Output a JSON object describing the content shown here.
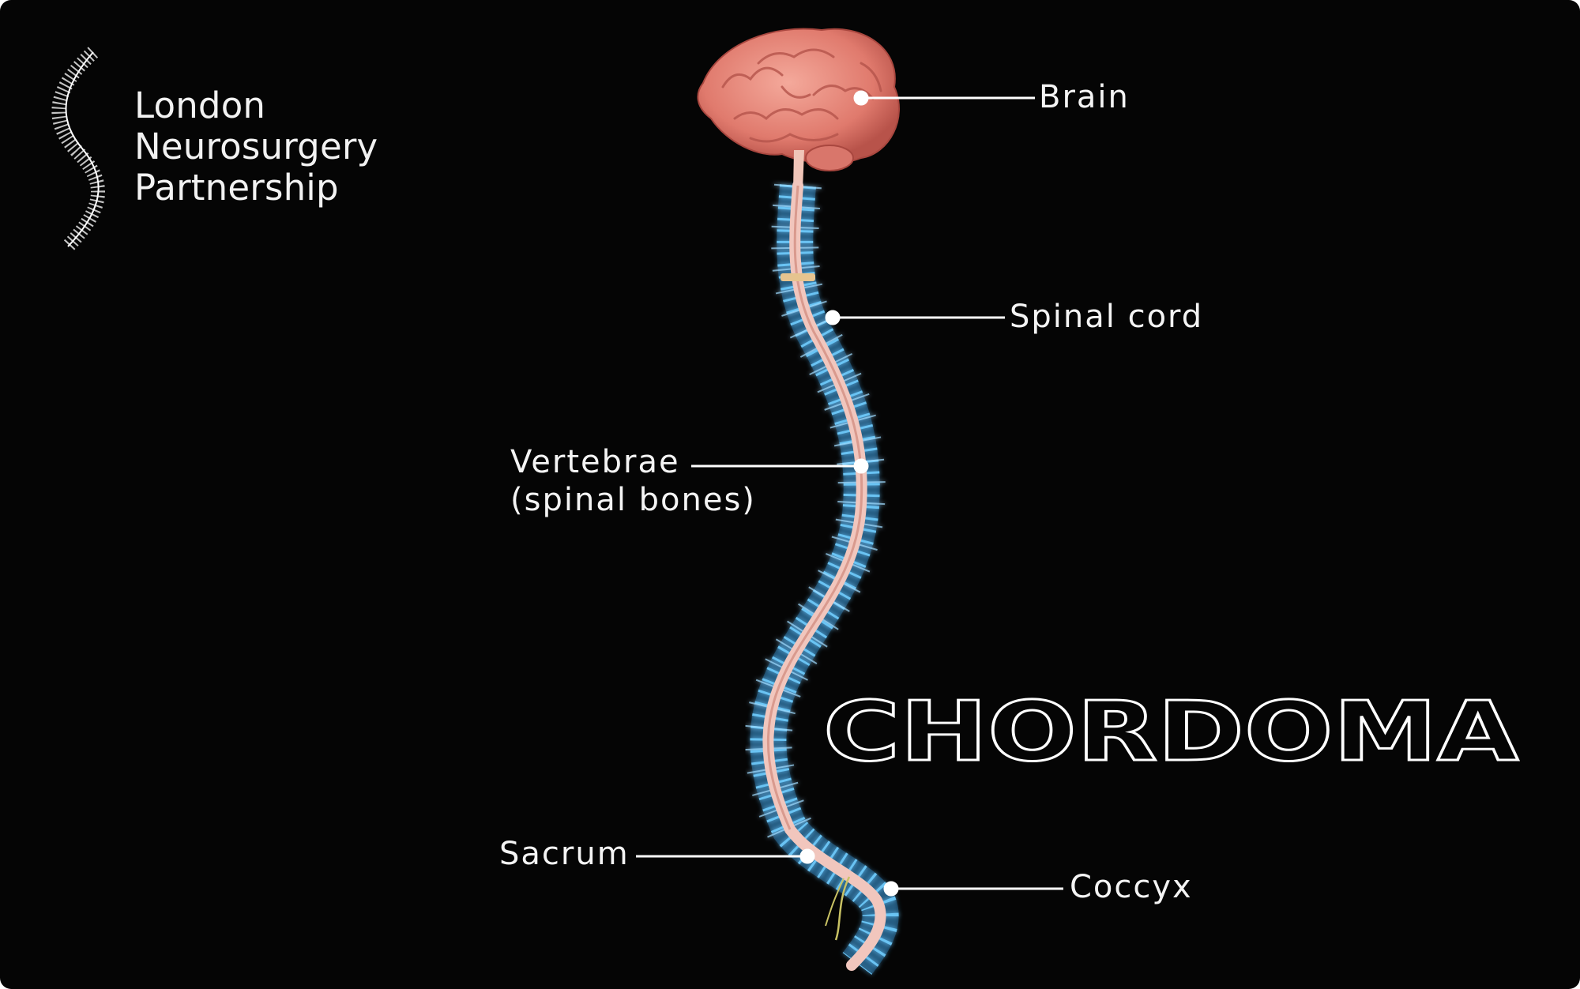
{
  "logo": {
    "line1": "London",
    "line2": "Neurosurgery",
    "line3": "Partnership",
    "icon": "spine-swirl-icon"
  },
  "labels": {
    "brain": "Brain",
    "spinal_cord": "Spinal cord",
    "vertebrae_line1": "Vertebrae",
    "vertebrae_line2": "(spinal bones)",
    "sacrum": "Sacrum",
    "coccyx": "Coccyx"
  },
  "title": "CHORDOMA",
  "colors": {
    "background": "#050505",
    "brain": "#e8857a",
    "spinal_cord": "#f1c6bd",
    "vertebrae": "#4fb3ef",
    "leader_lines": "#ffffff",
    "nerve": "#c9c264"
  }
}
